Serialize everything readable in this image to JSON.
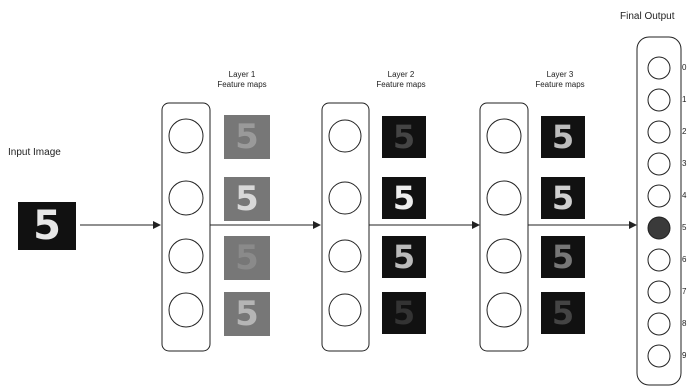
{
  "labels": {
    "input": "Input Image",
    "final": "Final Output",
    "layer1_line1": "Layer 1",
    "layer1_line2": "Feature maps",
    "layer2_line1": "Layer 2",
    "layer2_line2": "Feature maps",
    "layer3_line1": "Layer 3",
    "layer3_line2": "Feature maps"
  },
  "input_digit": "5",
  "output_classes": [
    "0",
    "1",
    "2",
    "3",
    "4",
    "5",
    "6",
    "7",
    "8",
    "9"
  ],
  "predicted_class": "5",
  "colors": {
    "line": "#222222",
    "predicted_fill": "#3a3a3a"
  }
}
